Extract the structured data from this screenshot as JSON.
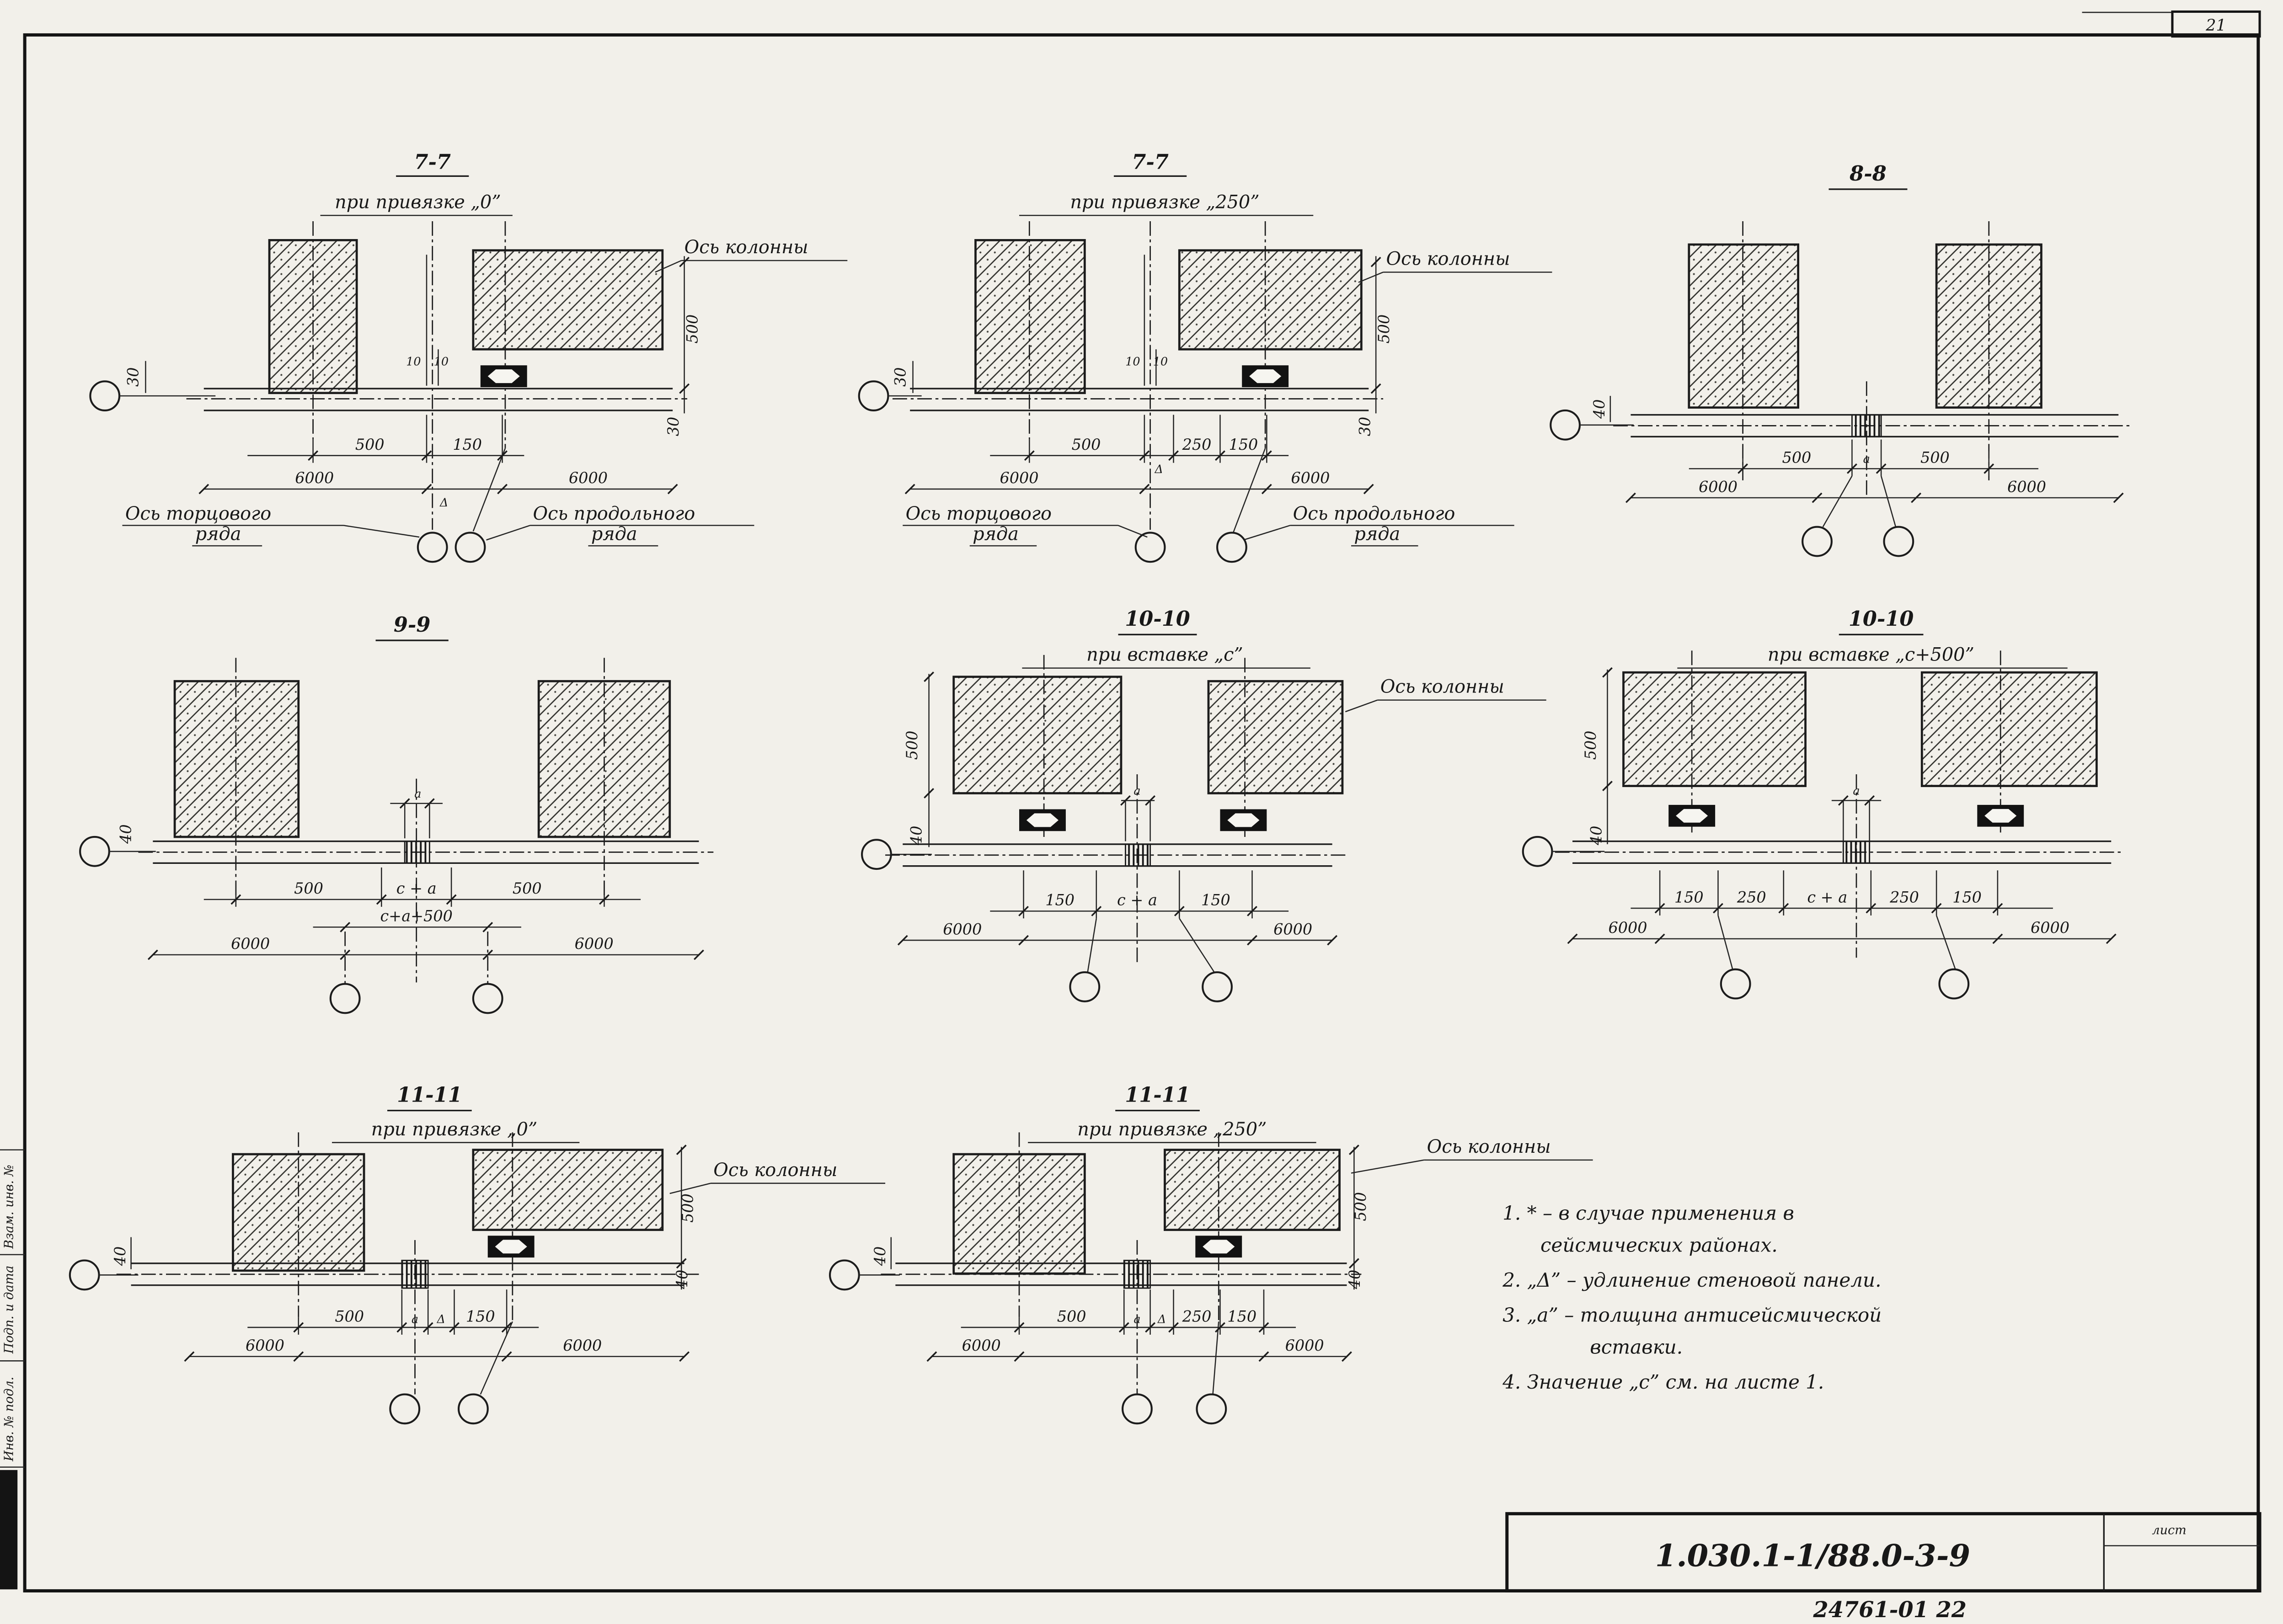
{
  "page": {
    "sheet_number": "21",
    "sheet_label": "лист",
    "doc_number": "1.030.1-1/88.0-3-9",
    "order_number": "24761-01  22",
    "stamp_col1": "Инв. № подл.",
    "stamp_col2": "Подп. и дата",
    "stamp_col3": "Взам. инв. №"
  },
  "notes": {
    "n1a": "1.  * – в случае применения в",
    "n1b": "сейсмических районах.",
    "n2": "2. „Δ” – удлинение стеновой панели.",
    "n3a": "3. „а” – толщина антисейсмической",
    "n3b": "вставки.",
    "n4": "4.  Значение „с” см. на листе 1."
  },
  "sections": {
    "a": {
      "title": "7-7",
      "subtitle": "при привязке „0”",
      "axis_col": "Ось колонны",
      "end1": "Ось торцового",
      "end2": "ряда",
      "long1": "Ось продольного",
      "long2": "ряда",
      "d30l": "30",
      "d10a": "10",
      "d10b": "10",
      "d500v": "500",
      "d30r": "30",
      "d500": "500",
      "d150": "150",
      "delta": "Δ",
      "d6000l": "6000",
      "d6000r": "6000"
    },
    "b": {
      "title": "7-7",
      "subtitle": "при привязке „250”",
      "axis_col": "Ось колонны",
      "end1": "Ось торцового",
      "end2": "ряда",
      "long1": "Ось продольного",
      "long2": "ряда",
      "d30l": "30",
      "d10a": "10",
      "d10b": "10",
      "d500v": "500",
      "d30r": "30",
      "d500": "500",
      "delta": "Δ",
      "d250": "250",
      "d150": "150",
      "d6000l": "6000",
      "d6000r": "6000"
    },
    "c": {
      "title": "8-8",
      "d40": "40",
      "d500l": "500",
      "da": "а",
      "d500r": "500",
      "d6000l": "6000",
      "d6000r": "6000"
    },
    "d": {
      "title": "9-9",
      "d40": "40",
      "da": "а",
      "d500l": "500",
      "dca": "с + а",
      "d500r": "500",
      "dca500": "с+а+500",
      "d6000l": "6000",
      "d6000r": "6000"
    },
    "e": {
      "title": "10-10",
      "subtitle": "при вставке „с”",
      "axis_col": "Ось колонны",
      "d500v": "500",
      "d40": "40",
      "da": "а",
      "d150l": "150",
      "dca": "с + а",
      "d150r": "150",
      "d6000l": "6000",
      "d6000r": "6000"
    },
    "f": {
      "title": "10-10",
      "subtitle": "при вставке „с+500”",
      "d500v": "500",
      "d40": "40",
      "da": "а",
      "d150l": "150",
      "d250l": "250",
      "dca": "с + а",
      "d250r": "250",
      "d150r": "150",
      "d6000l": "6000",
      "d6000r": "6000"
    },
    "g": {
      "title": "11-11",
      "subtitle": "при привязке „0”",
      "axis_col": "Ось колонны",
      "d40l": "40",
      "d500v": "500",
      "d40r": "40",
      "d500": "500",
      "da": "а",
      "delta": "Δ",
      "d150": "150",
      "d6000l": "6000",
      "d6000r": "6000"
    },
    "h": {
      "title": "11-11",
      "subtitle": "при привязке „250”",
      "axis_col": "Ось колонны",
      "d40l": "40",
      "d500v": "500",
      "d40r": "40",
      "d500": "500",
      "da": "а",
      "delta": "Δ",
      "d250": "250",
      "d150": "150",
      "d6000l": "6000",
      "d6000r": "6000"
    }
  }
}
